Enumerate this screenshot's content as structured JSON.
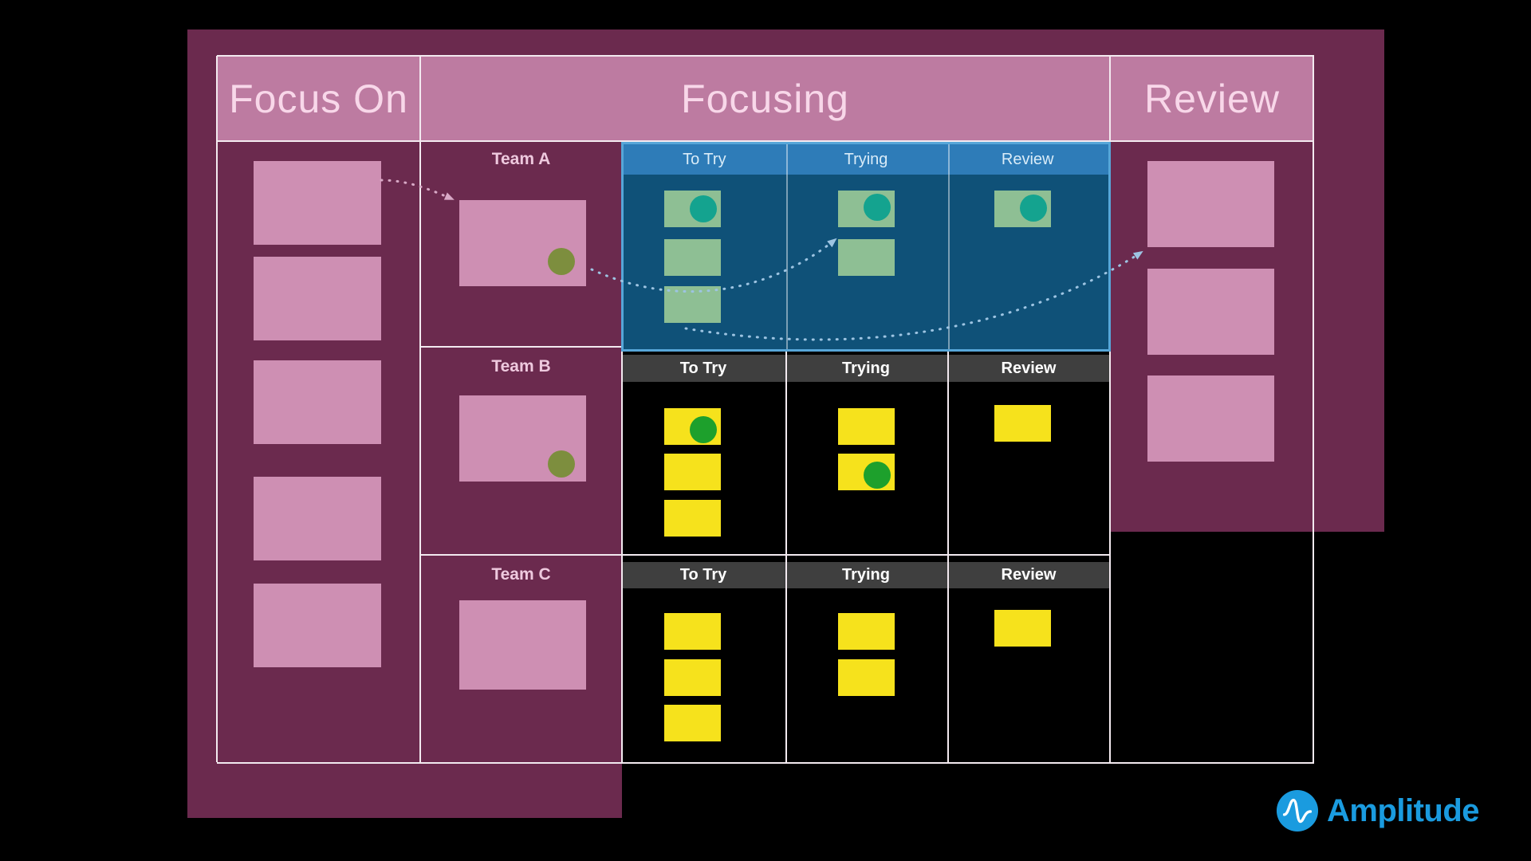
{
  "diagram": {
    "header_columns": [
      {
        "label": "Focus On"
      },
      {
        "label": "Focusing"
      },
      {
        "label": "Review"
      }
    ],
    "teams": [
      {
        "name": "Team A",
        "highlighted": true,
        "team_card_has_dot": true,
        "subcolumns": [
          {
            "label": "To Try",
            "notes": 3,
            "notes_with_dot": 1
          },
          {
            "label": "Trying",
            "notes": 2,
            "notes_with_dot": 1
          },
          {
            "label": "Review",
            "notes": 1,
            "notes_with_dot": 1
          }
        ]
      },
      {
        "name": "Team B",
        "highlighted": false,
        "team_card_has_dot": true,
        "subcolumns": [
          {
            "label": "To Try",
            "notes": 3,
            "notes_with_dot": 1
          },
          {
            "label": "Trying",
            "notes": 2,
            "notes_with_dot": 1
          },
          {
            "label": "Review",
            "notes": 1,
            "notes_with_dot": 0
          }
        ]
      },
      {
        "name": "Team C",
        "highlighted": false,
        "team_card_has_dot": false,
        "subcolumns": [
          {
            "label": "To Try",
            "notes": 3,
            "notes_with_dot": 0
          },
          {
            "label": "Trying",
            "notes": 2,
            "notes_with_dot": 0
          },
          {
            "label": "Review",
            "notes": 1,
            "notes_with_dot": 0
          }
        ]
      }
    ],
    "focus_on_cards": 5,
    "review_cards": 3
  },
  "brand": {
    "name": "Amplitude"
  },
  "colors": {
    "background": "#000000",
    "board_purple": "#6b2a4e",
    "header_pink": "#bd7ba1",
    "card_pink": "#ce8fb3",
    "highlight_border": "#57a6d8",
    "highlight_header": "#2e7cb8",
    "highlight_body": "#0f5178",
    "note_green": "#8ebf94",
    "dot_teal": "#14a38f",
    "note_yellow": "#f6e21c",
    "dot_green": "#1da02c",
    "dot_olive": "#7d8e3e",
    "subheader_gray": "#3f3f3f",
    "brand_blue": "#1a9bdf"
  }
}
